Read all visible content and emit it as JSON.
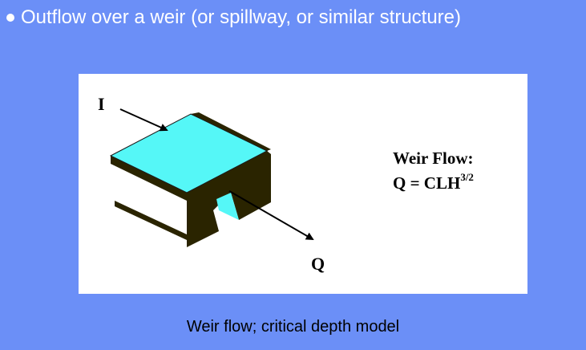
{
  "bullet": {
    "text": "Outflow over a weir (or spillway, or similar structure)"
  },
  "figure": {
    "inflow_label": "I",
    "outflow_label": "Q",
    "formula_title": "Weir Flow:",
    "formula_main": "Q = CLH",
    "formula_exponent": "3/2",
    "colors": {
      "water": "#55f7f7",
      "earth": "#2a2400",
      "box_background": "#ffffff"
    }
  },
  "caption": {
    "text": "Weir flow; critical depth model"
  }
}
